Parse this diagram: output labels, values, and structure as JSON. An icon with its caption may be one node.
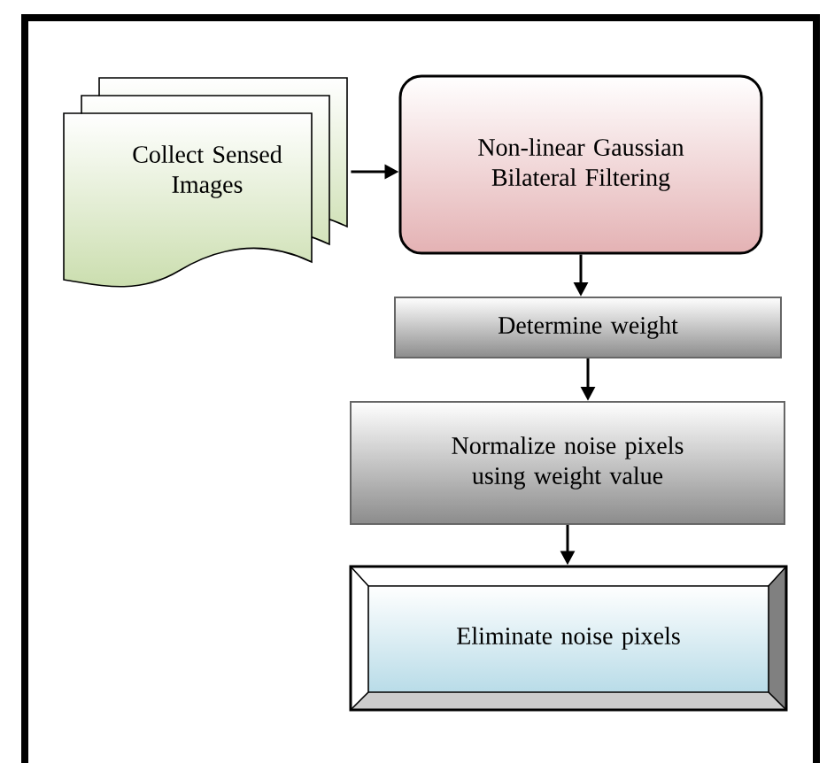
{
  "diagram": {
    "nodes": [
      {
        "text": [
          "Collect Sensed Images"
        ]
      },
      {
        "text": [
          "Non-linear Gaussian Bilateral Filtering"
        ]
      },
      {
        "text": [
          "Determine weight"
        ]
      },
      {
        "text": [
          "Normalize noise pixels using weight value"
        ]
      },
      {
        "text": [
          "Eliminate noise pixels"
        ]
      }
    ],
    "edges": [
      {
        "from": 0,
        "to": 1,
        "arrow": "to"
      },
      {
        "from": 1,
        "to": 2,
        "arrow": "to"
      },
      {
        "from": 2,
        "to": 3,
        "arrow": "to"
      },
      {
        "from": 3,
        "to": 4,
        "arrow": "to"
      }
    ]
  }
}
